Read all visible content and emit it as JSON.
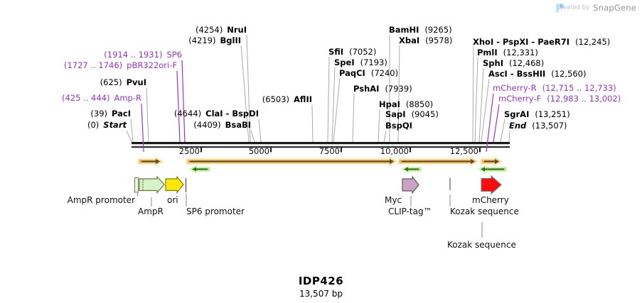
{
  "brand": {
    "created_by": "Created by",
    "name": "SnapGene"
  },
  "plasmid": {
    "name": "IDP426",
    "size": "13,507 bp"
  },
  "ruler": {
    "ticks": [
      "2500",
      "5000",
      "7500",
      "10,000",
      "12,500"
    ]
  },
  "colors": {
    "primer_purple": "#9933cc",
    "leader_gray": "#a9a9a9",
    "orf_orange": "#f5a93f",
    "orf_green": "#a3df80",
    "feature_pale_green": "#d8f2ce",
    "feature_yellow": "#fbe70a",
    "feature_plum": "#c9a2c6",
    "feature_red": "#fa0a0a",
    "backbone_black": "#1a1a1a"
  },
  "sites": [
    {
      "pos": "(4254)",
      "name": "NruI"
    },
    {
      "pos": "(4219)",
      "name": "BglII"
    },
    {
      "pos": "(1914 .. 1931)",
      "name": "SP6"
    },
    {
      "pos": "(1727 .. 1746)",
      "name": "pBR322ori-F"
    },
    {
      "pos": "(625)",
      "name": "PvuI"
    },
    {
      "pos": "(425 .. 444)",
      "name": "Amp-R"
    },
    {
      "pos": "(39)",
      "name": "PacI"
    },
    {
      "pos": "(0)",
      "name": "Start"
    },
    {
      "pos": "(4644)",
      "name": "ClaI - BspDI"
    },
    {
      "pos": "(4409)",
      "name": "BsaBI"
    },
    {
      "pos": "(6503)",
      "name": "AflII"
    },
    {
      "name": "SfiI",
      "pos": "(7052)"
    },
    {
      "name": "SpeI",
      "pos": "(7193)"
    },
    {
      "name": "PaqCI",
      "pos": "(7240)"
    },
    {
      "name": "PshAI",
      "pos": "(7939)"
    },
    {
      "name": "HpaI",
      "pos": "(8850)"
    },
    {
      "name": "SapI",
      "pos": "(9045)"
    },
    {
      "name": "BspQI",
      "pos": ""
    },
    {
      "name": "BamHI",
      "pos": "(9265)"
    },
    {
      "name": "XbaI",
      "pos": "(9578)"
    },
    {
      "name": "XhoI - PspXI - PaeR7I",
      "pos": "(12,245)"
    },
    {
      "name": "PmlI",
      "pos": "(12,331)"
    },
    {
      "name": "SphI",
      "pos": "(12,468)"
    },
    {
      "name": "AscI - BssHII",
      "pos": "(12,560)"
    },
    {
      "name": "mCherry-R",
      "pos": "(12,715 .. 12,733)"
    },
    {
      "name": "mCherry-F",
      "pos": "(12,983 .. 13,002)"
    },
    {
      "name": "SgrAI",
      "pos": "(13,251)"
    },
    {
      "name": "End",
      "pos": "(13,507)"
    }
  ],
  "features": {
    "ampr_promoter": "AmpR promoter",
    "ampr": "AmpR",
    "ori": "ori",
    "sp6_promoter": "SP6 promoter",
    "myc": "Myc",
    "clip_tag": "CLIP-tag™",
    "kozak": "Kozak sequence",
    "mcherry": "mCherry",
    "kozak2": "Kozak sequence"
  }
}
